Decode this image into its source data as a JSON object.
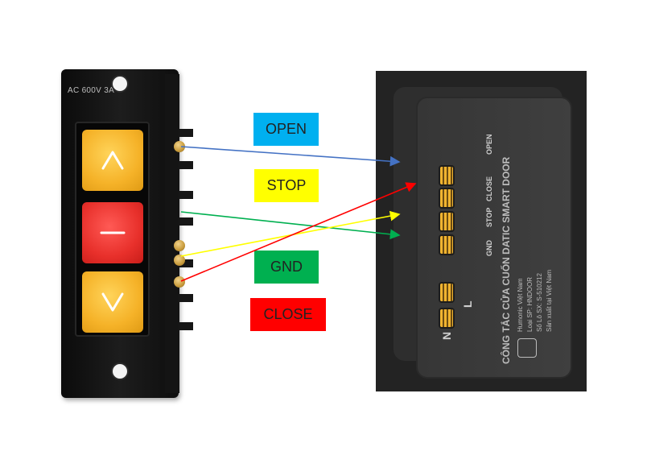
{
  "switch": {
    "rating_text": "AC 600V 3A",
    "buttons": [
      {
        "icon": "chevron-up-icon",
        "color": "#f5b228"
      },
      {
        "icon": "stop-bar-icon",
        "color": "#e8302b"
      },
      {
        "icon": "chevron-down-icon",
        "color": "#f5b228"
      }
    ]
  },
  "module": {
    "pins": [
      "OPEN",
      "CLOSE",
      "STOP",
      "GND",
      "L",
      "N"
    ],
    "title_line1": "CÔNG TẮC CỬA CUỐN DATIC SMART DOOR",
    "info": [
      "Humonic Việt Nam",
      "Loại SP: HNDOOR",
      "Số Lô SX: S-510212",
      "Sản xuất tại Việt Nam"
    ]
  },
  "labels": [
    {
      "text": "OPEN",
      "color": "#00b0f0"
    },
    {
      "text": "STOP",
      "color": "#ffff00"
    },
    {
      "text": "GND",
      "color": "#00b050"
    },
    {
      "text": "CLOSE",
      "color": "#ff0000"
    }
  ],
  "wires": [
    {
      "signal": "OPEN",
      "color": "#4472c4"
    },
    {
      "signal": "GND",
      "color": "#00b050"
    },
    {
      "signal": "STOP",
      "color": "#ffff00"
    },
    {
      "signal": "CLOSE",
      "color": "#ff0000"
    }
  ]
}
